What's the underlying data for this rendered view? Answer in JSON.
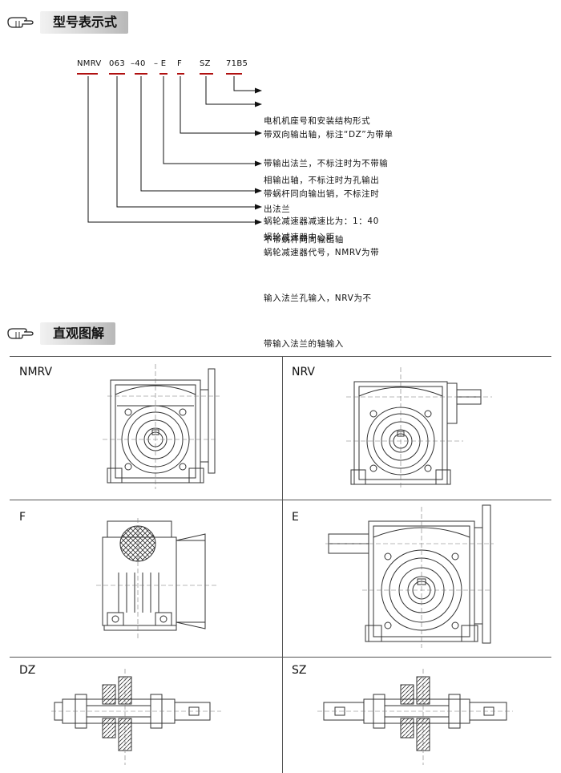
{
  "section1": {
    "title": "型号表示式"
  },
  "model_code": {
    "parts": [
      "NMRV",
      "063",
      "–40",
      "– E",
      "F",
      "SZ",
      "71B5"
    ]
  },
  "descriptions": [
    [
      "电机机座号和安装结构形式"
    ],
    [
      "带双向输出轴，标注“DZ”为带单",
      "相输出轴，不标注时为孔输出"
    ],
    [
      "带输出法兰，不标注时为不带输",
      "出法兰"
    ],
    [
      "带蜗杆同向输出销，不标注时",
      "不带蜗杆同向输出轴"
    ],
    [
      "蜗轮减速器减速比为：1：40"
    ],
    [
      "蜗轮减速器中心距"
    ],
    [
      "蜗轮减速器代号，NMRV为带",
      "输入法兰孔输入，NRV为不",
      "带输入法兰的轴输入"
    ]
  ],
  "section2": {
    "title": "直观图解"
  },
  "cells": [
    {
      "label": "NMRV"
    },
    {
      "label": "NRV"
    },
    {
      "label": "F"
    },
    {
      "label": "E"
    },
    {
      "label": "DZ"
    },
    {
      "label": "SZ"
    }
  ],
  "colors": {
    "underline": "#b01010",
    "drawing": "#333333",
    "grid": "#555555"
  },
  "icons": [
    "pointing-hand-icon"
  ]
}
